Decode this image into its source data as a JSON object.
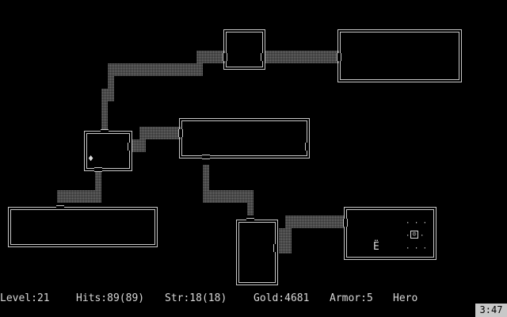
{
  "status": {
    "level": "Level:21",
    "hits": "Hits:89(89)",
    "str": "Str:18(18)",
    "gold": "Gold:4681",
    "armor": "Armor:5",
    "name": "Hero"
  },
  "clock": "3:47",
  "map": {
    "player_glyph": "☺",
    "monster_glyph": "Ë",
    "item_glyph": "♦",
    "floor_dots": "· · ·"
  },
  "colors": {
    "background": "#000000",
    "wall": "#c8c8c8",
    "corridor": "#6f6f6f",
    "text": "#d8d8d8"
  }
}
